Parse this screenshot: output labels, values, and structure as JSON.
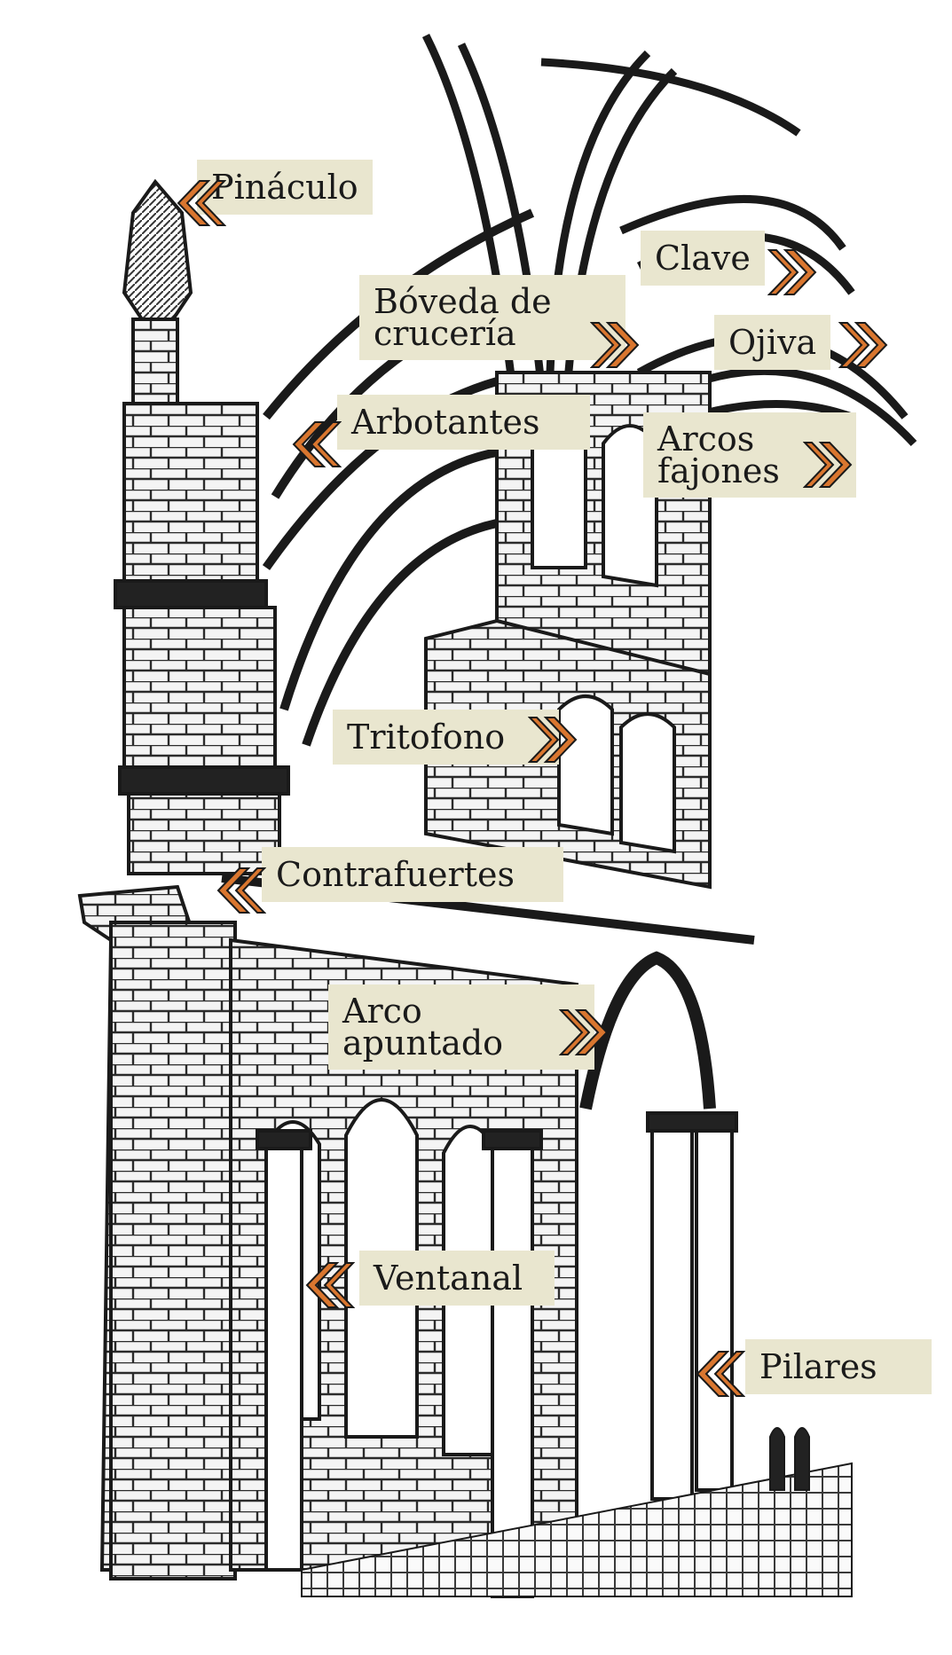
{
  "colors": {
    "label_bg": "#e9e6cf",
    "chevron_fill": "#d9762f",
    "chevron_outline": "#1a1a1a",
    "ink": "#1a1a1a"
  },
  "labels": {
    "pinaculo": "Pináculo",
    "clave": "Clave",
    "boveda": "Bóveda de\ncrucería",
    "ojiva": "Ojiva",
    "arbotantes": "Arbotantes",
    "arcos_fajones": "Arcos\nfajones",
    "tritofono": "Tritofono",
    "contrafuertes": "Contrafuertes",
    "arco_apuntado": "Arco\napuntado",
    "ventanal": "Ventanal",
    "pilares": "Pilares"
  },
  "icons": {
    "chevron_left": "double-chevron-left-icon",
    "chevron_right": "double-chevron-right-icon"
  }
}
